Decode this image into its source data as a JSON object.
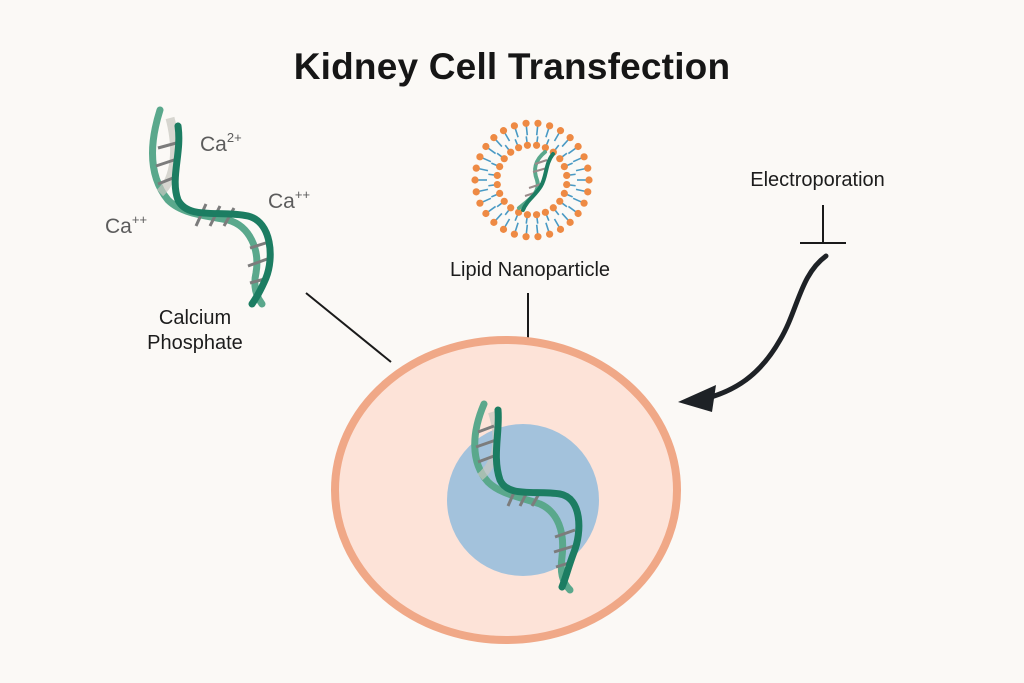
{
  "title": "Kidney Cell Transfection",
  "methods": [
    {
      "id": "calcium-phosphate",
      "label_line1": "Calcium",
      "label_line2": "Phosphate"
    },
    {
      "id": "lipid-nanoparticle",
      "label": "Lipid Nanoparticle"
    },
    {
      "id": "electroporation",
      "label": "Electroporation"
    }
  ],
  "ions": [
    {
      "base": "Ca",
      "charge": "2+"
    },
    {
      "base": "Ca",
      "charge": "++"
    },
    {
      "base": "Ca",
      "charge": "++"
    }
  ],
  "colors": {
    "dna_dark": "#1c7d62",
    "dna_light": "#5aa88c",
    "dna_rungs": "#8a8a8a",
    "lipid_head": "#ee8a44",
    "lipid_tail": "#4a9ac4",
    "cell_membrane": "#f0a887",
    "cytoplasm": "#fde3d8",
    "nucleus": "#a3c2dc",
    "arrow": "#1e2226"
  }
}
